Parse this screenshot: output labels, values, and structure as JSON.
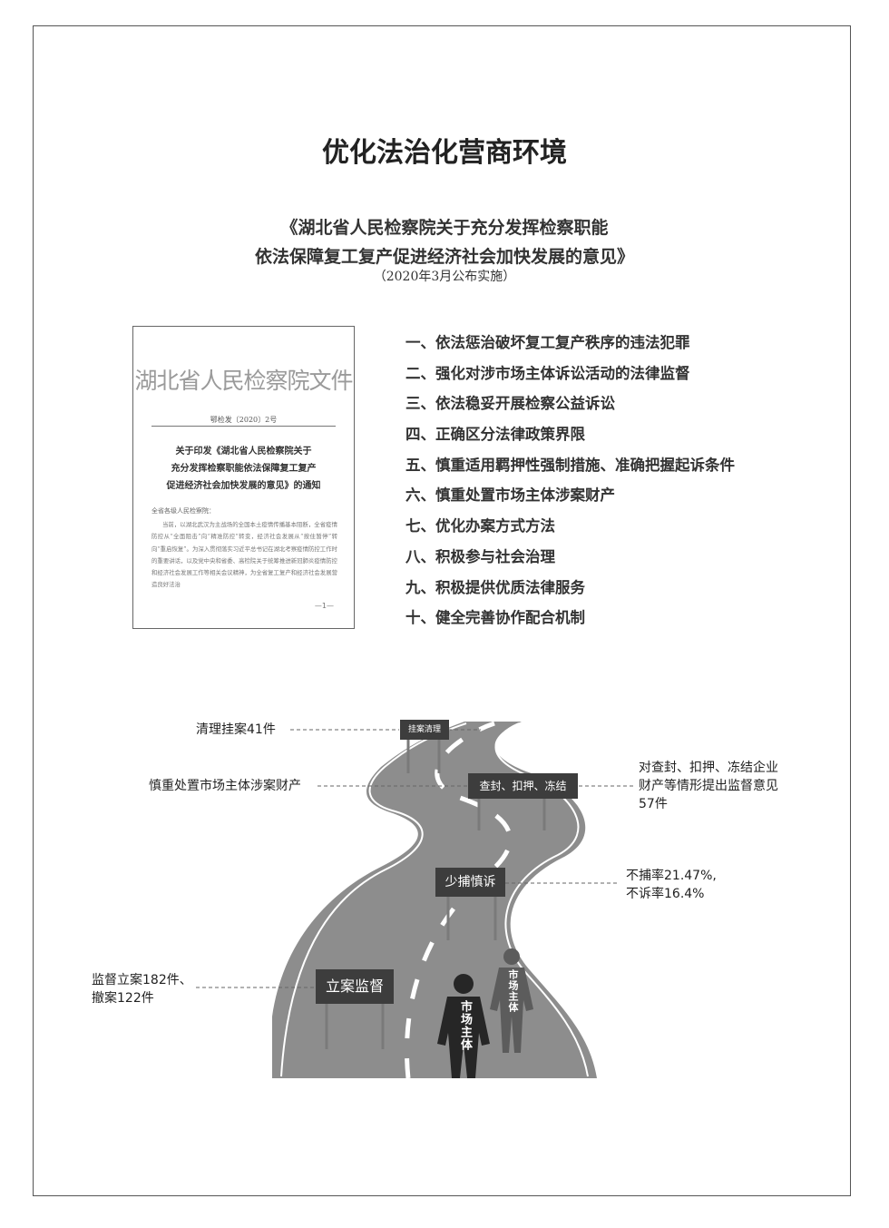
{
  "title": "优化法治化营商环境",
  "subtitle_line1": "《湖北省人民检察院关于充分发挥检察职能",
  "subtitle_line2": "依法保障复工复产促进经济社会加快发展的意见》",
  "subtitle_note": "（2020年3月公布实施）",
  "document": {
    "header": "湖北省人民检察院文件",
    "number": "鄂检发〔2020〕2号",
    "notice_line1": "关于印发《湖北省人民检察院关于",
    "notice_line2": "充分发挥检察职能依法保障复工复产",
    "notice_line3": "促进经济社会加快发展的意见》的通知",
    "greeting": "全省各级人民检察院：",
    "body": "当前，以湖北武汉为主战场的全国本土疫情传播基本阻断，全省疫情防控从“全面阻击”向“精准防控”转变，经济社会发展从“按住暂停”转向“重启恢复”。为深入贯彻落实习近平总书记在湖北考察疫情防控工作时的重要讲话，以及党中央和省委、高检院关于统筹推进新冠肺炎疫情防控和经济社会发展工作等相关会议精神，为全省复工复产和经济社会发展营造良好法治",
    "page": "—1—"
  },
  "toc": [
    "一、依法惩治破坏复工复产秩序的违法犯罪",
    "二、强化对涉市场主体诉讼活动的法律监督",
    "三、依法稳妥开展检察公益诉讼",
    "四、正确区分法律政策界限",
    "五、慎重适用羁押性强制措施、准确把握起诉条件",
    "六、慎重处置市场主体涉案财产",
    "七、优化办案方式方法",
    "八、积极参与社会治理",
    "九、积极提供优质法律服务",
    "十、健全完善协作配合机制"
  ],
  "road": {
    "signs": {
      "s1": "挂案清理",
      "s2": "查封、扣押、冻结",
      "s3": "少捕慎诉",
      "s4": "立案监督"
    },
    "annotations": {
      "a1": "清理挂案41件",
      "a2": "慎重处置市场主体涉案财产",
      "a3_line1": "对查封、扣押、冻结企业",
      "a3_line2": "财产等情形提出监督意见",
      "a3_line3": "57件",
      "a4_line1": "不捕率21.47%,",
      "a4_line2": "不诉率16.4%",
      "a5_line1": "监督立案182件、",
      "a5_line2": "撤案122件"
    },
    "person_label": "市场主体"
  }
}
